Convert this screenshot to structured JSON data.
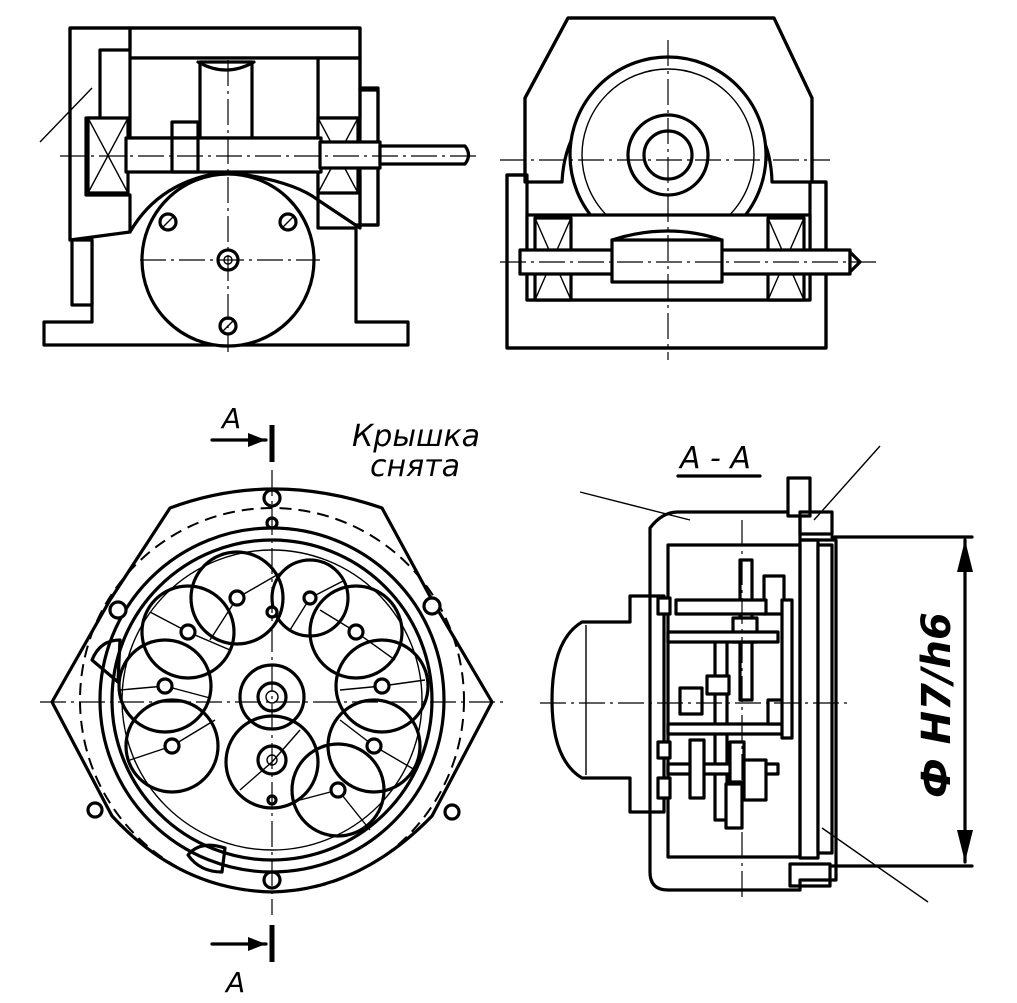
{
  "labels": {
    "cover_removed_line1": "Крышка",
    "cover_removed_line2": "снята",
    "section_letter_top": "A",
    "section_letter_bottom": "A",
    "section_title": "A - A",
    "fit_dimension": "Ф H7/h6"
  },
  "colors": {
    "ink": "#000000",
    "paper": "#ffffff"
  }
}
